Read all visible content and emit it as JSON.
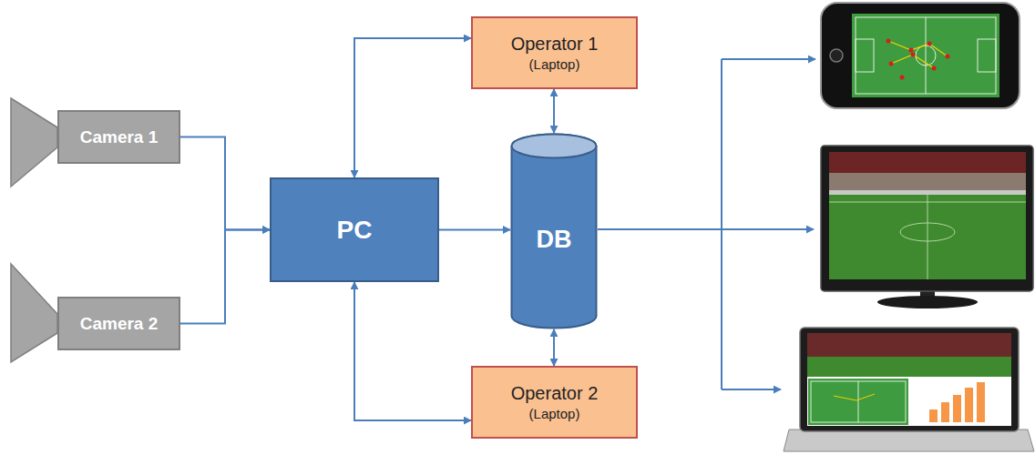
{
  "diagram": {
    "nodes": [
      {
        "text": [
          "Camera 1"
        ]
      },
      {
        "text": [
          "Camera 2"
        ]
      },
      {
        "text": [
          "PC"
        ]
      },
      {
        "text": [
          "Operator 1",
          "(Laptop)"
        ]
      },
      {
        "text": [
          "DB"
        ]
      },
      {
        "text": [
          "Operator 2",
          "(Laptop)"
        ]
      }
    ],
    "edges": [
      {
        "from": 0,
        "to": 2,
        "arrow": "to"
      },
      {
        "from": 1,
        "to": 2,
        "arrow": "to"
      },
      {
        "from": 2,
        "to": 3,
        "arrow": "both"
      },
      {
        "from": 2,
        "to": 5,
        "arrow": "both"
      },
      {
        "from": 2,
        "to": 4,
        "arrow": "to"
      },
      {
        "from": 3,
        "to": 4,
        "arrow": "both"
      },
      {
        "from": 5,
        "to": 4,
        "arrow": "both"
      }
    ]
  }
}
